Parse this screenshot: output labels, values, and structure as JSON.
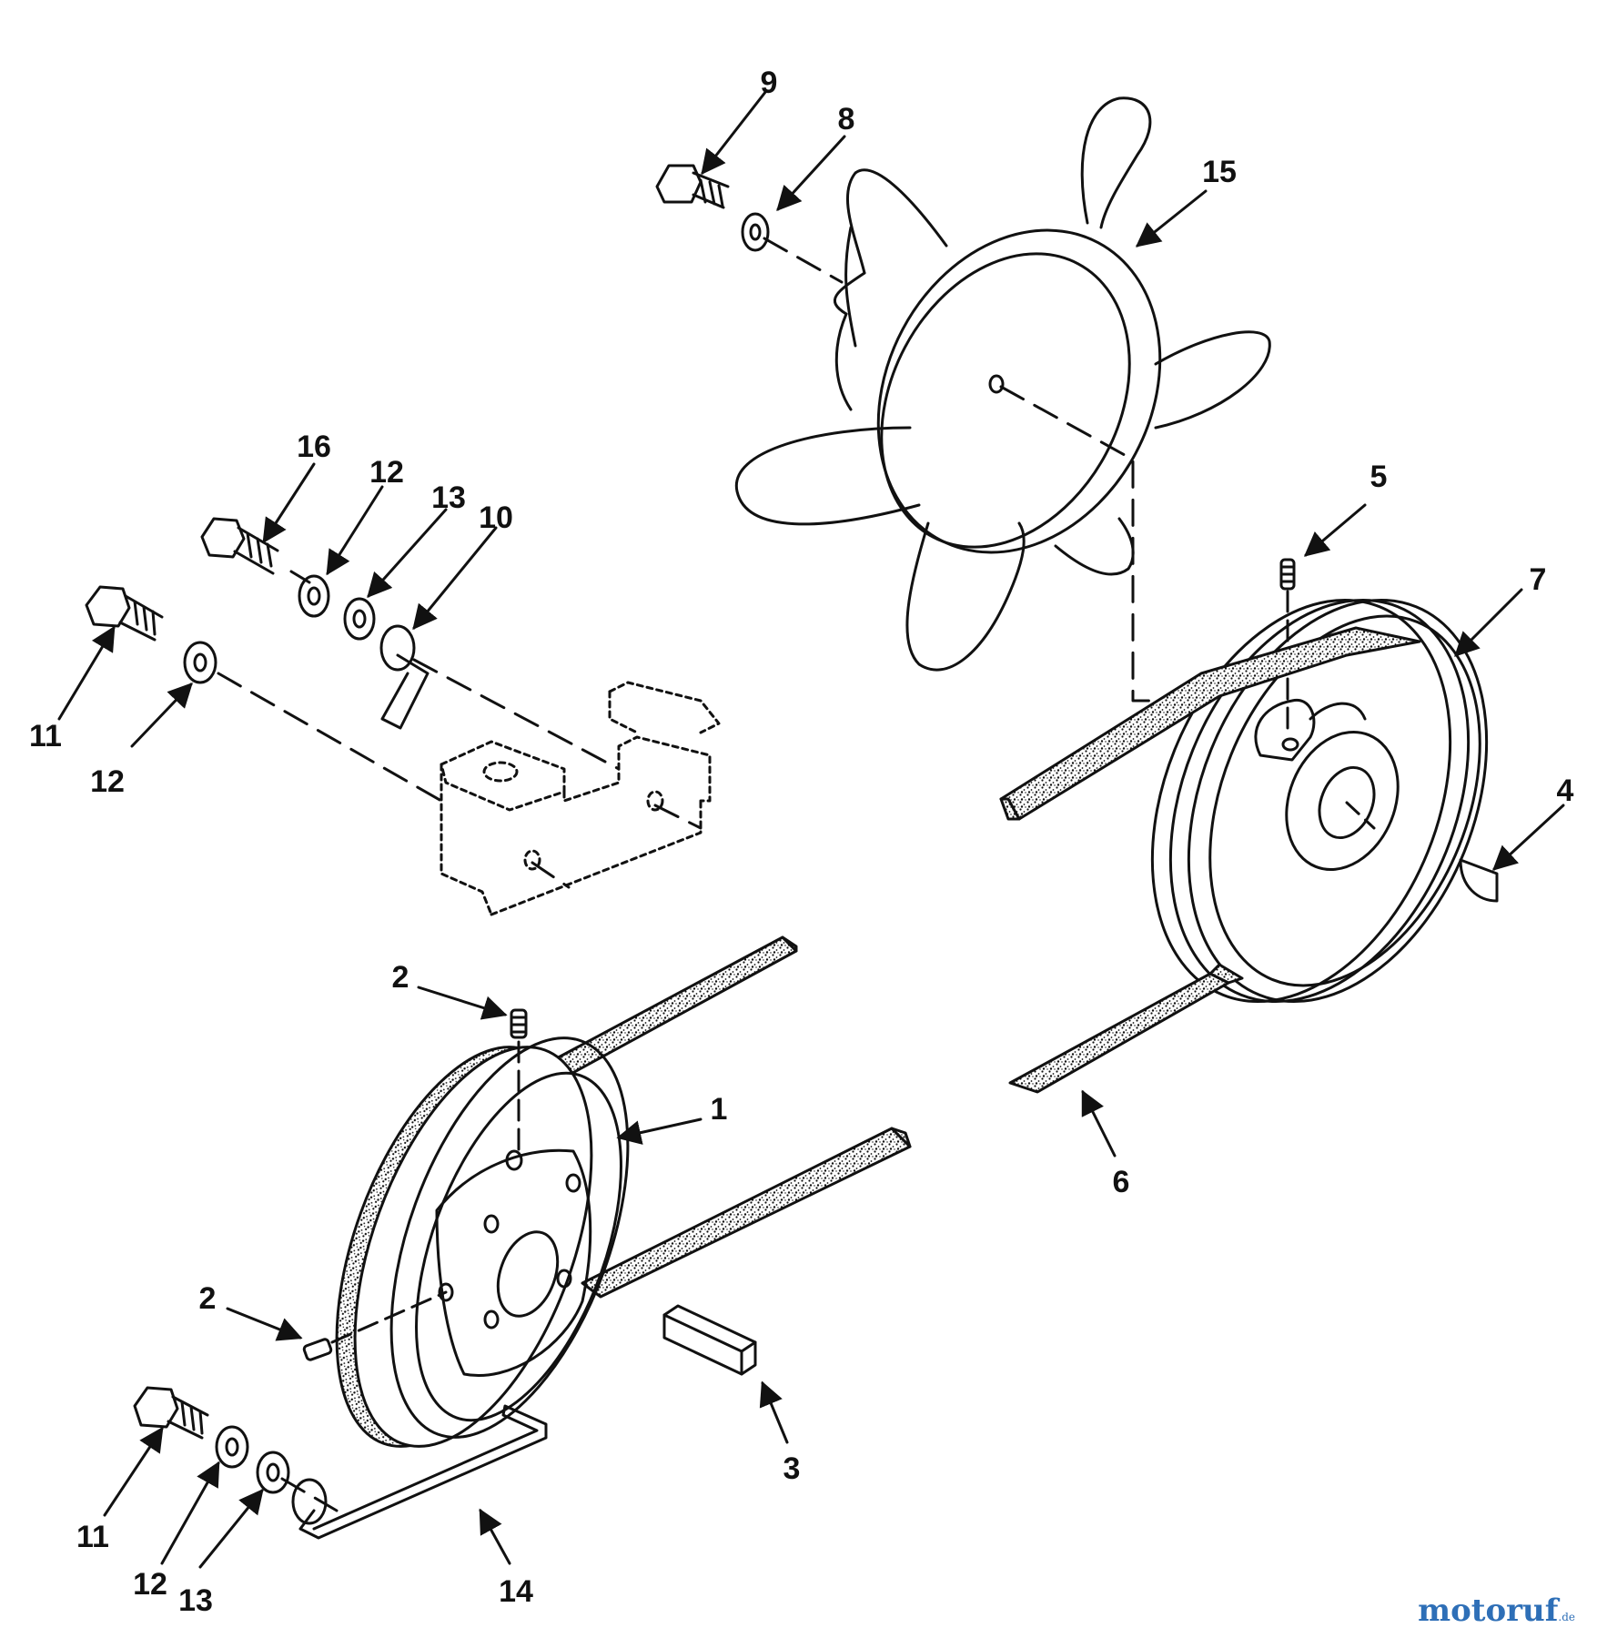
{
  "callouts": {
    "c1": "1",
    "c2a": "2",
    "c2b": "2",
    "c3": "3",
    "c4": "4",
    "c5": "5",
    "c6": "6",
    "c7": "7",
    "c8": "8",
    "c9": "9",
    "c10": "10",
    "c11a": "11",
    "c11b": "11",
    "c12a": "12",
    "c12b": "12",
    "c12c": "12",
    "c13a": "13",
    "c13b": "13",
    "c14": "14",
    "c15": "15",
    "c16": "16"
  },
  "brand": {
    "name": "motoruf",
    "suffix": ".de"
  },
  "colors": {
    "ink": "#111111",
    "belt": "#555555",
    "brand_m": "#2e6fb7",
    "brand_o1": "#e2231a",
    "brand_t": "#f4a300",
    "brand_o2": "#3a9a3a",
    "brand_rest": "#2e6fb7"
  }
}
